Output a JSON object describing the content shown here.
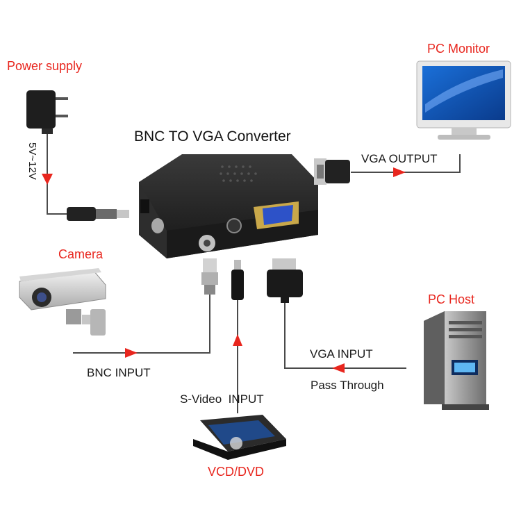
{
  "title": "BNC TO VGA Converter",
  "devices": {
    "power_supply": "Power supply",
    "pc_monitor": "PC Monitor",
    "camera": "Camera",
    "pc_host": "PC Host",
    "vcd_dvd": "VCD/DVD"
  },
  "connections": {
    "voltage": "5V~12V",
    "vga_output": "VGA OUTPUT",
    "bnc_input": "BNC INPUT",
    "vga_input": "VGA INPUT",
    "pass_through": "Pass Through",
    "svideo_input": "S-Video  INPUT"
  },
  "colors": {
    "label_red": "#e8261e",
    "arrow_red": "#e8261e",
    "line": "#4a4a4a",
    "device_body": "#2b2b2b"
  }
}
